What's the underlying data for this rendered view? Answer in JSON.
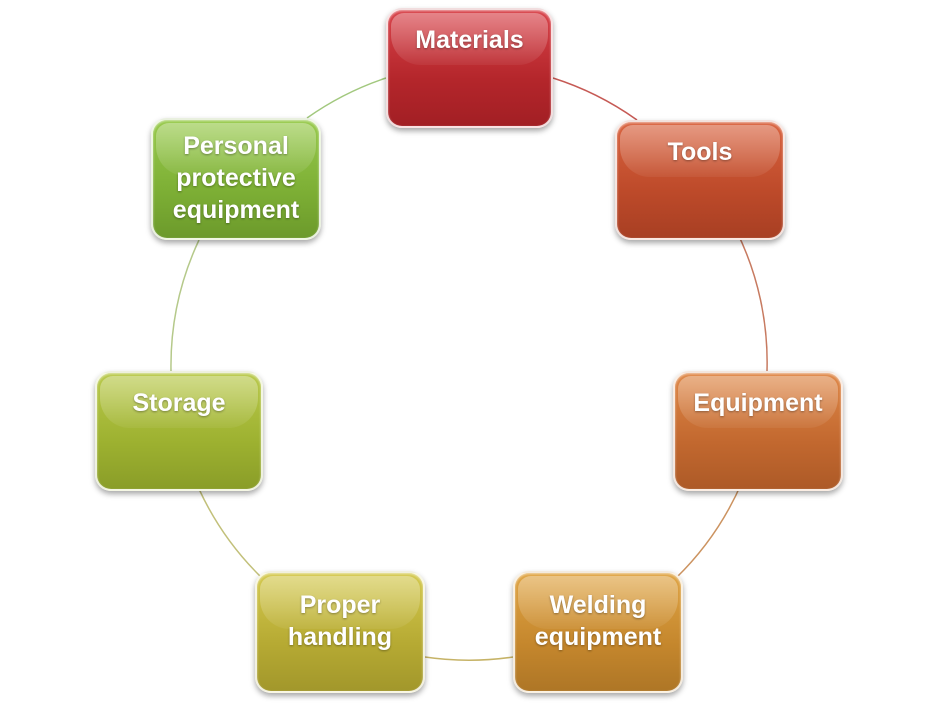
{
  "diagram": {
    "nodes": [
      {
        "id": "materials",
        "label": "Materials",
        "color": "#c0302f"
      },
      {
        "id": "tools",
        "label": "Tools",
        "color": "#c24f2c"
      },
      {
        "id": "equipment",
        "label": "Equipment",
        "color": "#c76b30"
      },
      {
        "id": "welding",
        "label": "Welding\nequipment",
        "color": "#c9892e"
      },
      {
        "id": "handling",
        "label": "Proper\nhandling",
        "color": "#bdb13a"
      },
      {
        "id": "storage",
        "label": "Storage",
        "color": "#a3b534"
      },
      {
        "id": "ppe",
        "label": "Personal\nprotective\nequipment",
        "color": "#82b33a"
      }
    ]
  }
}
